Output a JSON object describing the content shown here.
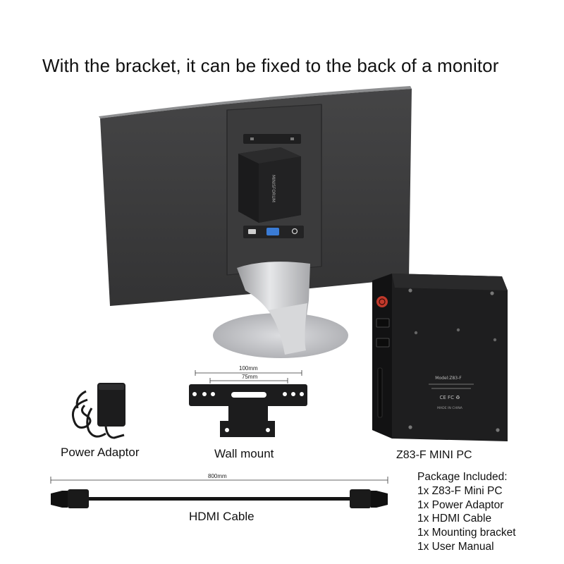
{
  "headline": "With the bracket, it can be fixed to the back of a monitor",
  "captions": {
    "power_adaptor": "Power Adaptor",
    "wall_mount": "Wall mount",
    "mini_pc": "Z83-F MINI PC",
    "hdmi_cable": "HDMI Cable"
  },
  "dimensions": {
    "bracket_outer": "100mm",
    "bracket_inner": "75mm",
    "cable_length": "800mm"
  },
  "device_branding": {
    "pc_logo": "MINISFORUM",
    "label_model": "Model:Z83-F",
    "label_made_in": "MADE IN CHINA"
  },
  "package": {
    "title": "Package Included:",
    "items": [
      "1x Z83-F Mini PC",
      "1x Power Adaptor",
      "1x HDMI Cable",
      "1x Mounting bracket",
      "1x User Manual"
    ]
  },
  "colors": {
    "monitor_back": "#3a3a3a",
    "stand_silver": "#c8c9cb",
    "device_black": "#1b1b1c",
    "power_button_red": "#c0392b",
    "vga_blue": "#3a7bd5"
  }
}
